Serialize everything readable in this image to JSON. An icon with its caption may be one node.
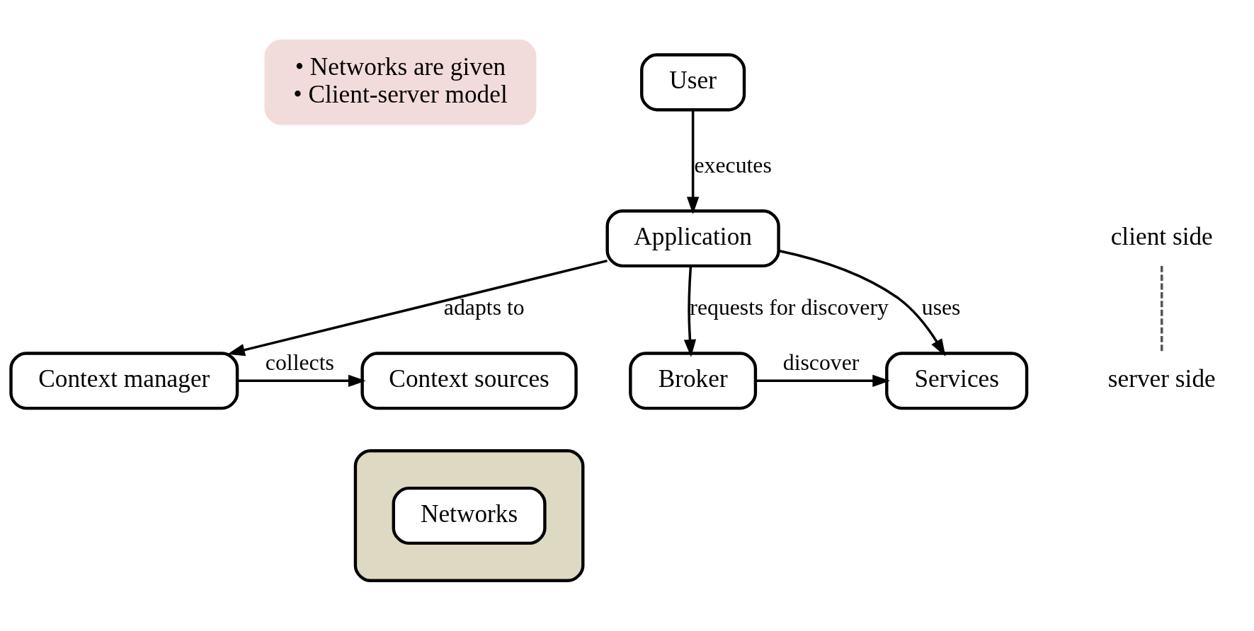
{
  "diagram": {
    "nodes": [
      {
        "text": [
          "• Networks are given",
          "• Client-server model"
        ]
      },
      {
        "text": [
          "User"
        ]
      },
      {
        "text": [
          "Application"
        ]
      },
      {
        "text": [
          "Context sources"
        ]
      },
      {
        "text": [
          "Context manager"
        ]
      },
      {
        "text": [
          "Broker"
        ]
      },
      {
        "text": [
          "Services"
        ]
      },
      {
        "text": [],
        "shape": "box"
      },
      {
        "text": [
          "Networks"
        ],
        "in": 7
      }
    ],
    "edges": [
      {
        "from": 1,
        "to": 2,
        "arrow": "to",
        "label": "executes"
      },
      {
        "from": 4,
        "to": 3,
        "arrow": "to",
        "label": "collects"
      },
      {
        "from": 2,
        "to": 4,
        "arrow": "to",
        "label": "adapts to"
      },
      {
        "from": 2,
        "to": 5,
        "arrow": "to",
        "label": "requests for discovery"
      },
      {
        "from": 5,
        "to": 6,
        "arrow": "to",
        "label": "discover"
      },
      {
        "from": 2,
        "to": 6,
        "arrow": "to",
        "label": "uses"
      }
    ],
    "labels": [
      "client side",
      "server side"
    ]
  }
}
